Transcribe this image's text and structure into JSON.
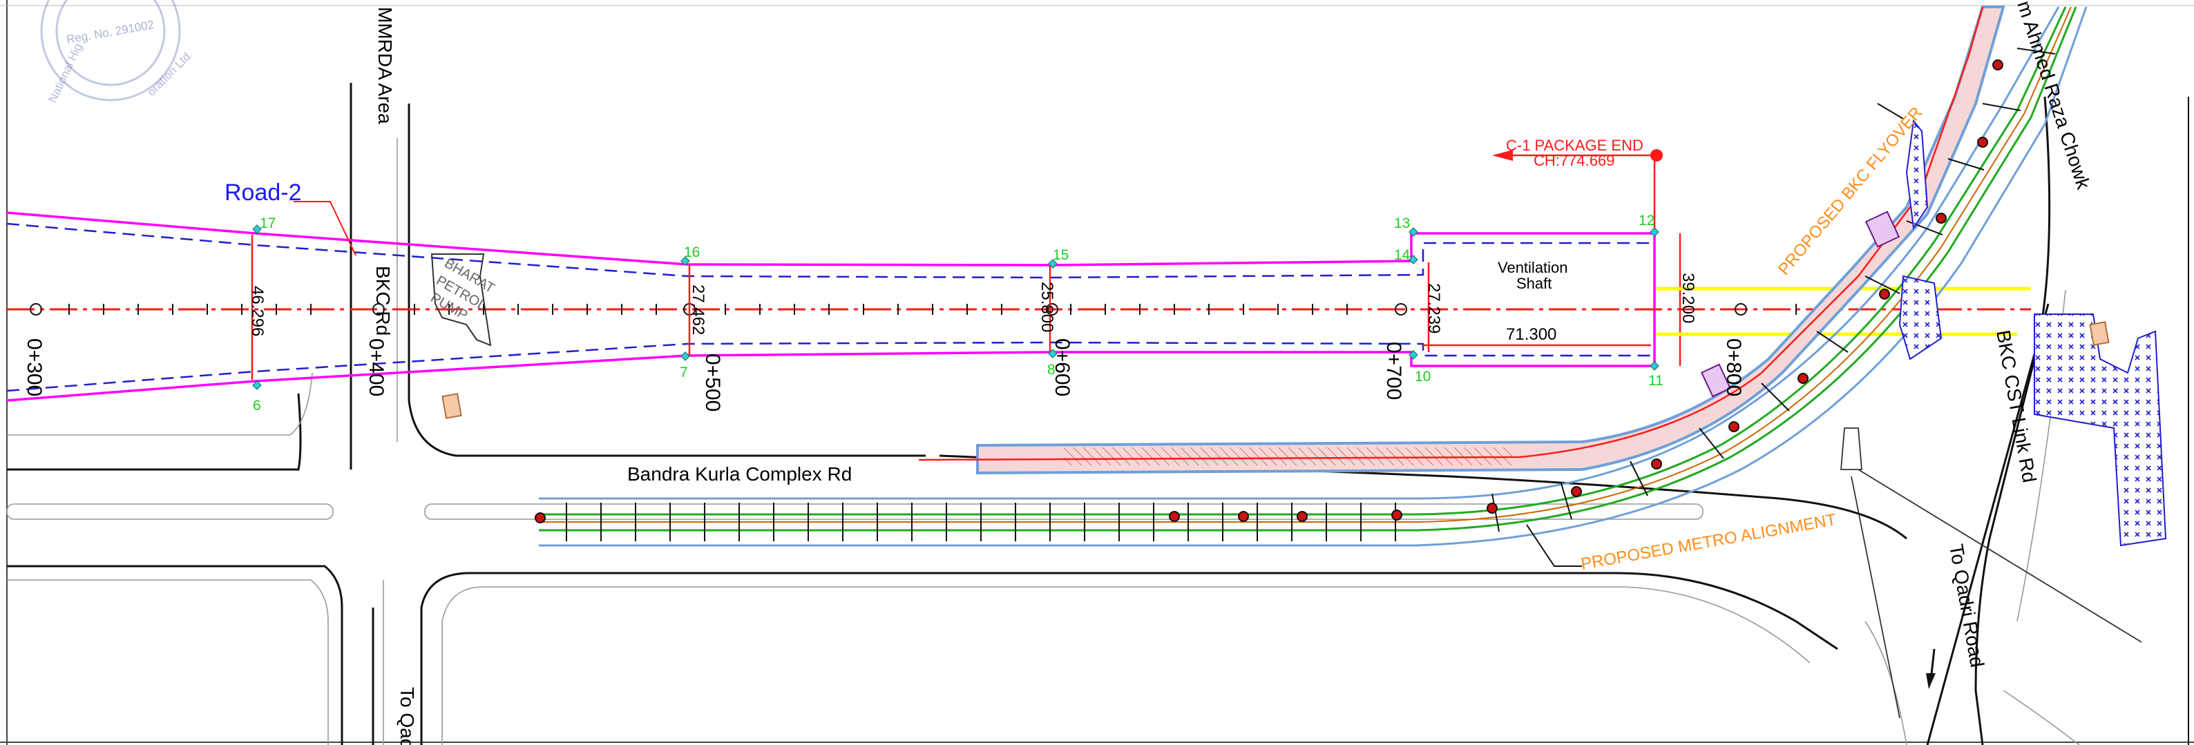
{
  "labels": {
    "road2": "Road-2",
    "mmrda": "MMRDA Area",
    "bkc_rd": "BKC Rd",
    "petrol_pump": [
      "BHARAT",
      "PETROL",
      "PUMP"
    ],
    "bandra_kurla": "Bandra Kurla Complex Rd",
    "package_end": "C-1 PACKAGE END",
    "package_ch": "CH:774.669",
    "vent_shaft": [
      "Ventilation",
      "Shaft"
    ],
    "bkc_flyover": "PROPOSED  BKC  FLYOVER",
    "metro_alignment": "PROPOSED  METRO  ALIGNMENT",
    "chowk": "m Ahmed Raza Chowk",
    "bkc_cst": "BKC CST Link Rd",
    "to_qadri": "To Qadri Road",
    "to_qad": "To Qad",
    "stamp_reg": "Reg. No. 291002",
    "stamp_ring": [
      "National Hig",
      "oration Ltd."
    ]
  },
  "chainages": [
    "0+300",
    "0+400",
    "0+500",
    "0+600",
    "0+700",
    "0+800"
  ],
  "dimensions": {
    "w17_6": "46.296",
    "w16_7": "27.462",
    "w15_8": "25.800",
    "w14_10": "27.239",
    "w12_11": "39.200",
    "shaft_len": "71.300"
  },
  "points": [
    "17",
    "6",
    "16",
    "7",
    "15",
    "8",
    "13",
    "14",
    "10",
    "12",
    "11"
  ],
  "colors": {
    "boundary": "#ff00ff",
    "dashed": "#1f1fcc",
    "centerline": "#ff1a1a",
    "annotation_orange": "#ff8c1a",
    "point_label": "#22cc22",
    "yellow": "#ffff00"
  }
}
